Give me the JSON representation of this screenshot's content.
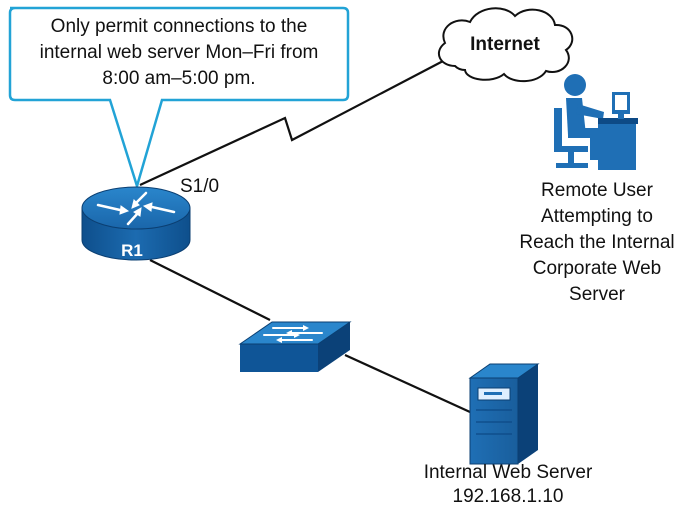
{
  "callout": {
    "lines": [
      "Only permit connections to the",
      "internal web server Mon–Fri from",
      "8:00 am–5:00 pm."
    ]
  },
  "cloud": {
    "label": "Internet"
  },
  "router": {
    "label": "R1",
    "interface": "S1/0"
  },
  "remote_user": {
    "lines": [
      "Remote User",
      "Attempting to",
      "Reach the Internal",
      "Corporate Web",
      "Server"
    ]
  },
  "server": {
    "lines": [
      "Internal Web Server",
      "192.168.1.10"
    ]
  },
  "colors": {
    "device_blue": "#1f6fb5",
    "device_dark": "#0d4a86",
    "accent_cyan": "#22a3d6",
    "callout_fill": "#ffffff"
  }
}
